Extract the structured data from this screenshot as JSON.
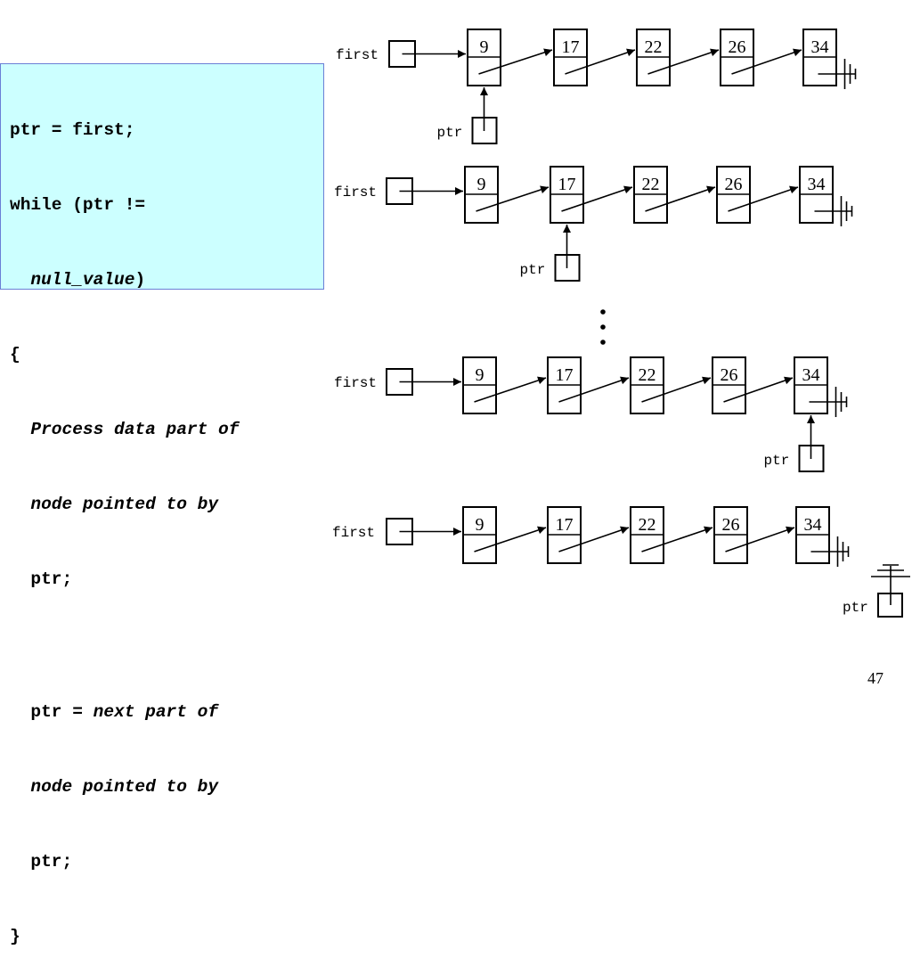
{
  "code": {
    "l1": "ptr = first;",
    "l2": "while (ptr !=",
    "l3_italic": "null_value",
    "l3_rest": ")",
    "l4": "{",
    "l5": "Process data part of",
    "l6": "node pointed to by",
    "l7": "ptr;",
    "l8_plain": "ptr = ",
    "l8_italic": "next part of",
    "l9": "node pointed to by",
    "l10": "ptr;",
    "l11": "}"
  },
  "diagram": {
    "first_label": "first",
    "ptr_label": "ptr",
    "node_values": [
      "9",
      "17",
      "22",
      "26",
      "34"
    ],
    "ptr_positions": [
      0,
      1,
      4,
      "null"
    ]
  },
  "page_number": "47"
}
